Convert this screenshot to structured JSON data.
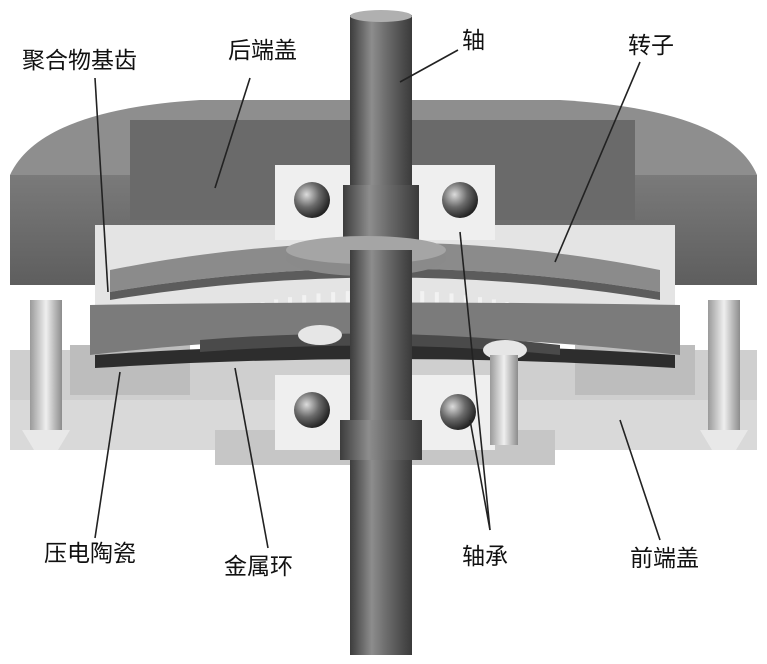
{
  "labels": {
    "gear_teeth": "聚合物基齿",
    "rear_cover": "后端盖",
    "shaft": "轴",
    "rotor": "转子",
    "piezo": "压电陶瓷",
    "metal_ring": "金属环",
    "bearing": "轴承",
    "front_cover": "前端盖"
  },
  "colors": {
    "background": "#ffffff",
    "housing": "#6f6f6f",
    "housing_light": "#9a9a9a",
    "front_cover": "#d4d4d4",
    "shaft": "#5a5a5a",
    "rotor": "#8a8a8a",
    "leader_line": "#222222"
  }
}
